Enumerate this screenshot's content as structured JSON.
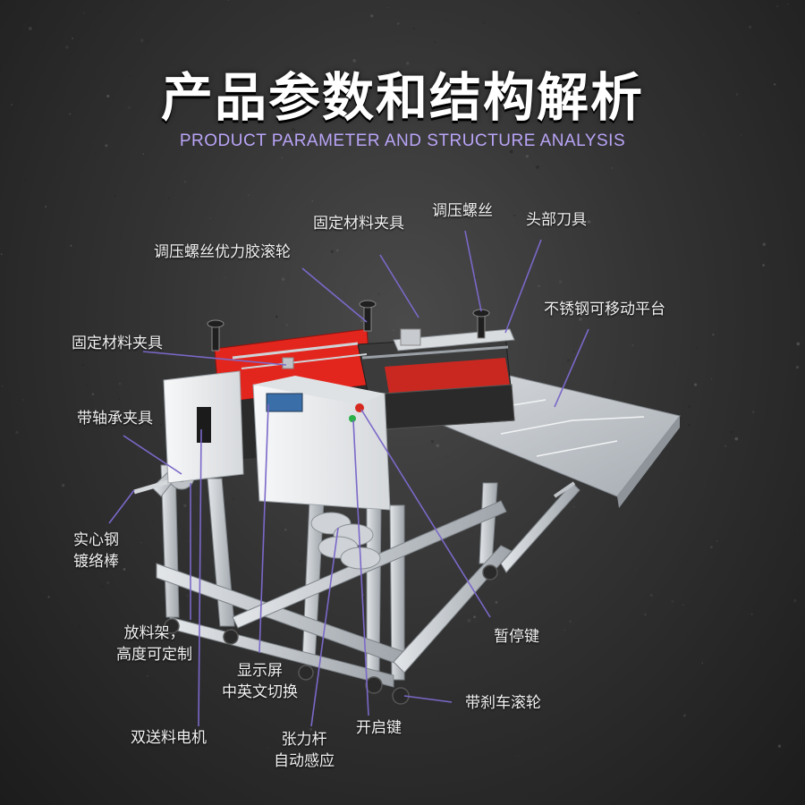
{
  "header": {
    "title": "产品参数和结构解析",
    "subtitle": "PRODUCT PARAMETER AND STRUCTURE ANALYSIS"
  },
  "callouts": [
    {
      "id": "fixed-clamp-top",
      "lines": [
        "固定材料夹具"
      ]
    },
    {
      "id": "adjust-screw",
      "lines": [
        "调压螺丝"
      ]
    },
    {
      "id": "head-knife",
      "lines": [
        "头部刀具"
      ]
    },
    {
      "id": "roller",
      "lines": [
        "调压螺丝优力胶滚轮"
      ]
    },
    {
      "id": "stainless-platform",
      "lines": [
        "不锈钢可移动平台"
      ]
    },
    {
      "id": "fixed-clamp-left",
      "lines": [
        "固定材料夹具"
      ]
    },
    {
      "id": "bearing-clamp",
      "lines": [
        "带轴承夹具"
      ]
    },
    {
      "id": "solid-steel-rod",
      "lines": [
        "实心钢",
        "镀络棒"
      ]
    },
    {
      "id": "feed-rack",
      "lines": [
        "放料架，",
        "高度可定制"
      ]
    },
    {
      "id": "display",
      "lines": [
        "显示屏",
        "中英文切换"
      ]
    },
    {
      "id": "pause-key",
      "lines": [
        "暂停键"
      ]
    },
    {
      "id": "brake-wheel",
      "lines": [
        "带刹车滚轮"
      ]
    },
    {
      "id": "dual-motor",
      "lines": [
        "双送料电机"
      ]
    },
    {
      "id": "tension-bar",
      "lines": [
        "张力杆",
        "自动感应"
      ]
    },
    {
      "id": "start-key",
      "lines": [
        "开启键"
      ]
    }
  ],
  "colors": {
    "background": "#333333",
    "subtitle": "#b9a4f7",
    "leader_line": "#7b68c9",
    "frame": "#c9cdd1",
    "cabinet": "#eef0f2",
    "red_panel": "#e3261d"
  }
}
